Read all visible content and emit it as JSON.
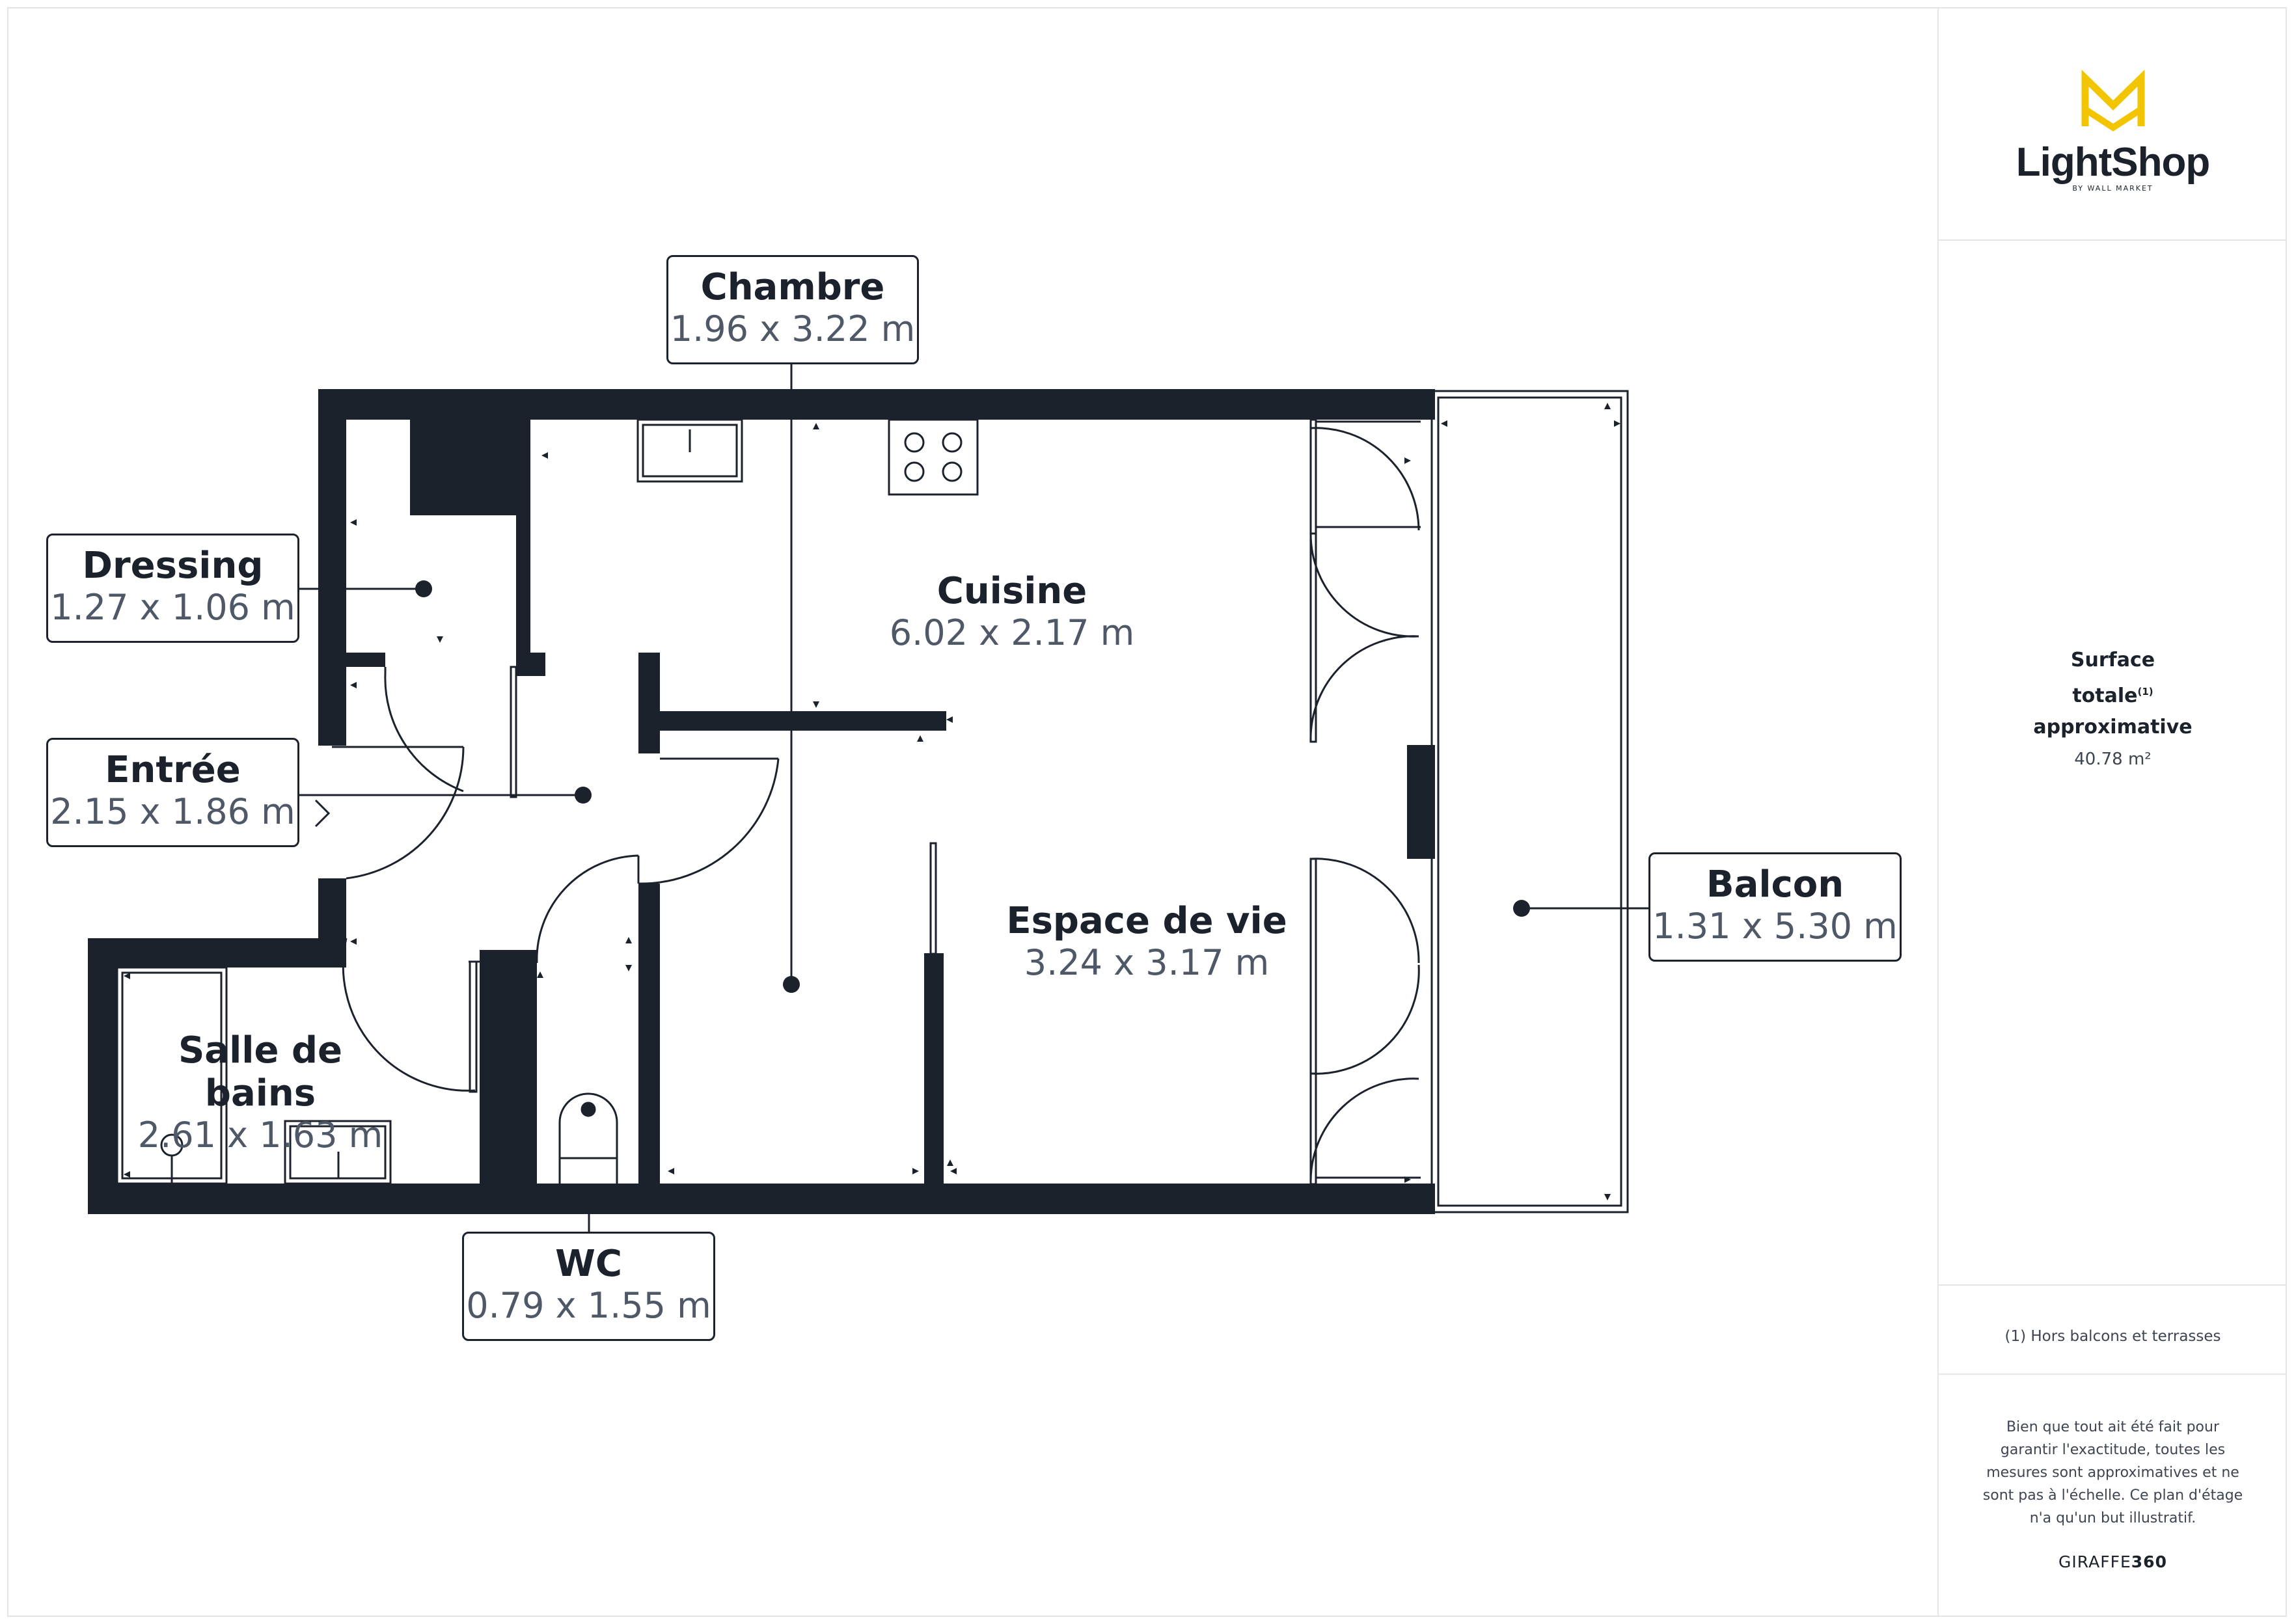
{
  "rooms": {
    "chambre": {
      "name": "Chambre",
      "dims": "1.96 x 3.22 m"
    },
    "dressing": {
      "name": "Dressing",
      "dims": "1.27 x 1.06 m"
    },
    "entree": {
      "name": "Entrée",
      "dims": "2.15 x 1.86 m"
    },
    "cuisine": {
      "name": "Cuisine",
      "dims": "6.02 x 2.17 m"
    },
    "espace": {
      "name": "Espace de vie",
      "dims": "3.24 x 3.17 m"
    },
    "balcon": {
      "name": "Balcon",
      "dims": "1.31 x 5.30 m"
    },
    "sdb": {
      "name": "Salle de bains",
      "dims": "2.61 x 1.63 m"
    },
    "wc": {
      "name": "WC",
      "dims": "0.79 x 1.55 m"
    }
  },
  "sidebar": {
    "brand": "LightShop",
    "brand_sub": "BY WALL MARKET",
    "surface_label_line1": "Surface totale",
    "surface_sup": "(1)",
    "surface_label_line2": "approximative",
    "surface_value": "40.78 m²",
    "footnote": "(1) Hors balcons et terrasses",
    "disclaimer": "Bien que tout ait été fait pour garantir l'exactitude, toutes les mesures sont approximatives et ne sont pas à l'échelle. Ce plan d'étage n'a qu'un but illustratif.",
    "credit_light": "GIRAFFE",
    "credit_bold": "360"
  },
  "colors": {
    "wall": "#1b222c",
    "text_secondary": "#4f5866",
    "brand_yellow": "#f2c500"
  }
}
